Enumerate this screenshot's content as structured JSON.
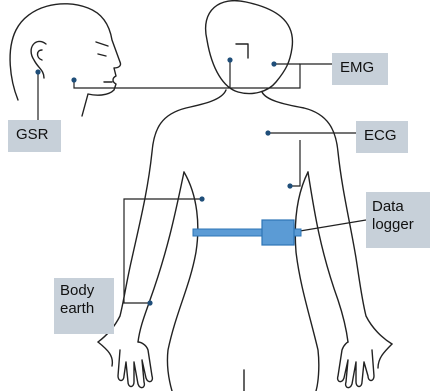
{
  "labels": {
    "gsr": "GSR",
    "emg": "EMG",
    "ecg": "ECG",
    "data_logger": "Data\nlogger",
    "body_earth": "Body\nearth"
  },
  "colors": {
    "outline": "#222222",
    "electrode": "#1f4e79",
    "logger_fill": "#5b9bd5",
    "logger_stroke": "#2e75b6",
    "label_bg": "#c7d0d9"
  }
}
